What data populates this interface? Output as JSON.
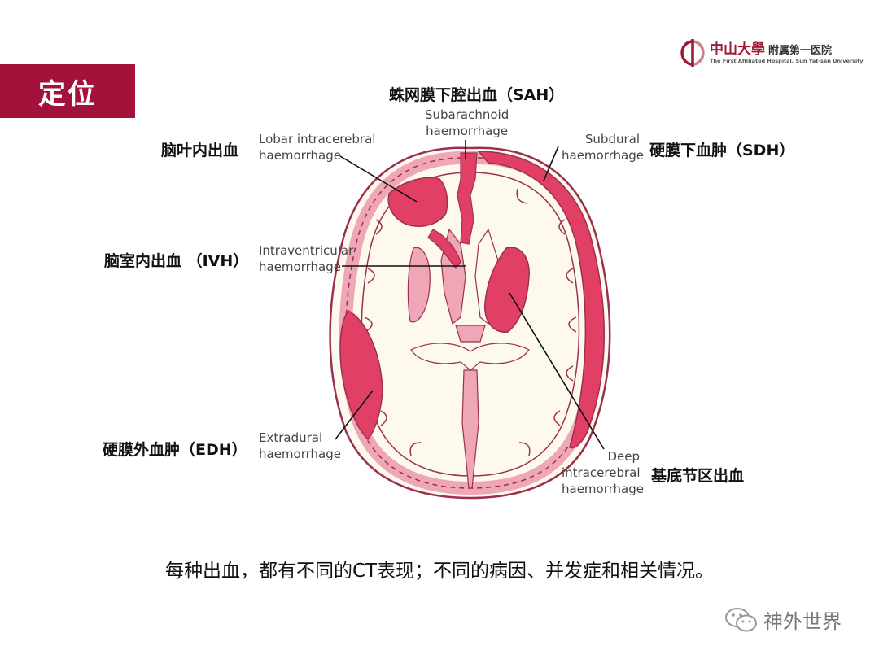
{
  "section_tab": "定位",
  "logo": {
    "cn_name": "中山大學",
    "cn_sub": "附属第一医院",
    "en_name": "The First Affiliated Hospital, Sun Yat-sen University"
  },
  "labels": {
    "sah": {
      "cn": "蛛网膜下腔出血（SAH）",
      "en": [
        "Subarachnoid",
        "haemorrhage"
      ]
    },
    "lobar": {
      "cn": "脑叶内出血",
      "en": [
        "Lobar intracerebral",
        "haemorrhage"
      ]
    },
    "sdh": {
      "cn": "硬膜下血肿（SDH）",
      "en": [
        "Subdural",
        "haemorrhage"
      ]
    },
    "ivh": {
      "cn": "脑室内出血 （IVH）",
      "en": [
        "Intraventricular",
        "haemorrhage"
      ]
    },
    "edh": {
      "cn": "硬膜外血肿（EDH）",
      "en": [
        "Extradural",
        "haemorrhage"
      ]
    },
    "deep": {
      "cn": "基底节区出血",
      "en": [
        "Deep",
        "intracerebral",
        "haemorrhage"
      ]
    }
  },
  "caption": "每种出血，都有不同的CT表现；不同的病因、并发症和相关情况。",
  "watermark": "神外世界",
  "colors": {
    "accent": "#a3123a",
    "haemorrhage": "#e23f64",
    "cortex_pink": "#efa6b6",
    "brain_fill": "#fdf9ec",
    "outline": "#9a3050"
  }
}
